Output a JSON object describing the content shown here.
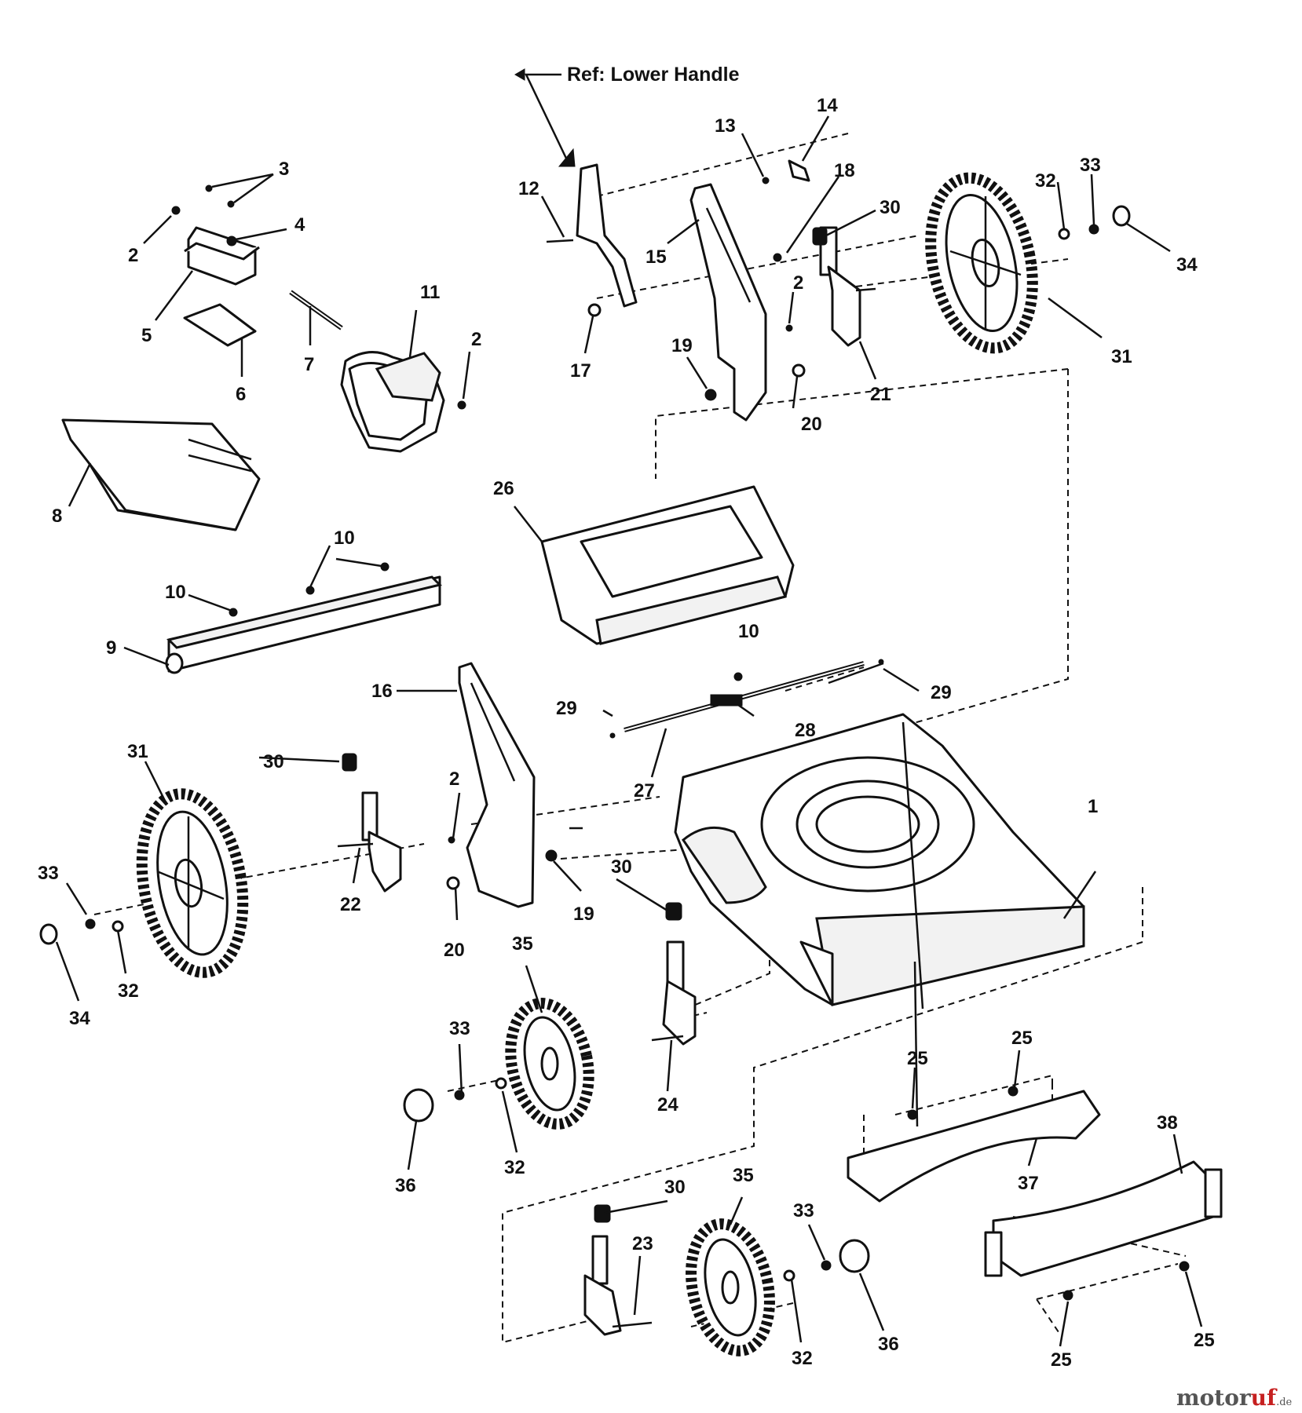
{
  "reference_label": "Ref: Lower Handle",
  "callouts": [
    {
      "key": "deck",
      "text": "1"
    },
    {
      "key": "nut-a",
      "text": "2"
    },
    {
      "key": "nut-b",
      "text": "2"
    },
    {
      "key": "nut-c",
      "text": "2"
    },
    {
      "key": "nut-d",
      "text": "2"
    },
    {
      "key": "screw-pair",
      "text": "3"
    },
    {
      "key": "spring",
      "text": "4"
    },
    {
      "key": "bracket",
      "text": "5"
    },
    {
      "key": "plate",
      "text": "6"
    },
    {
      "key": "rod",
      "text": "7"
    },
    {
      "key": "deflector",
      "text": "8"
    },
    {
      "key": "hinge-bar",
      "text": "9"
    },
    {
      "key": "screw-a",
      "text": "10"
    },
    {
      "key": "screw-b",
      "text": "10"
    },
    {
      "key": "screw-c",
      "text": "10"
    },
    {
      "key": "discharge-chute",
      "text": "11"
    },
    {
      "key": "bolt",
      "text": "12"
    },
    {
      "key": "washer-top",
      "text": "13"
    },
    {
      "key": "knob",
      "text": "14"
    },
    {
      "key": "height-bracket-right",
      "text": "15"
    },
    {
      "key": "height-bracket-left",
      "text": "16"
    },
    {
      "key": "nut-17",
      "text": "17"
    },
    {
      "key": "screw-18",
      "text": "18"
    },
    {
      "key": "nut-19-top",
      "text": "19"
    },
    {
      "key": "nut-19-left",
      "text": "19"
    },
    {
      "key": "bolt-20-top",
      "text": "20"
    },
    {
      "key": "bolt-20-left",
      "text": "20"
    },
    {
      "key": "adjuster-21",
      "text": "21"
    },
    {
      "key": "adjuster-22",
      "text": "22"
    },
    {
      "key": "adjuster-23",
      "text": "23"
    },
    {
      "key": "adjuster-24",
      "text": "24"
    },
    {
      "key": "nut-25-a",
      "text": "25"
    },
    {
      "key": "nut-25-b",
      "text": "25"
    },
    {
      "key": "nut-25-c",
      "text": "25"
    },
    {
      "key": "nut-25-d",
      "text": "25"
    },
    {
      "key": "cover-26",
      "text": "26"
    },
    {
      "key": "axle-27",
      "text": "27"
    },
    {
      "key": "clip-28",
      "text": "28"
    },
    {
      "key": "pin-29-left",
      "text": "29"
    },
    {
      "key": "pin-29-right",
      "text": "29"
    },
    {
      "key": "grip-30-top",
      "text": "30"
    },
    {
      "key": "grip-30-left",
      "text": "30"
    },
    {
      "key": "grip-30-mid",
      "text": "30"
    },
    {
      "key": "grip-30-bottom",
      "text": "30"
    },
    {
      "key": "wheel-31-right",
      "text": "31"
    },
    {
      "key": "wheel-31-left",
      "text": "31"
    },
    {
      "key": "washer-32-right",
      "text": "32"
    },
    {
      "key": "washer-32-left",
      "text": "32"
    },
    {
      "key": "washer-32-mid",
      "text": "32"
    },
    {
      "key": "washer-32-bottom",
      "text": "32"
    },
    {
      "key": "nut-33-right",
      "text": "33"
    },
    {
      "key": "nut-33-left",
      "text": "33"
    },
    {
      "key": "nut-33-mid",
      "text": "33"
    },
    {
      "key": "nut-33-bottom",
      "text": "33"
    },
    {
      "key": "cap-34-right",
      "text": "34"
    },
    {
      "key": "cap-34-left",
      "text": "34"
    },
    {
      "key": "wheel-35-mid",
      "text": "35"
    },
    {
      "key": "wheel-35-bottom",
      "text": "35"
    },
    {
      "key": "cap-36-mid",
      "text": "36"
    },
    {
      "key": "cap-36-bottom",
      "text": "36"
    },
    {
      "key": "skirt-37",
      "text": "37"
    },
    {
      "key": "skirt-38",
      "text": "38"
    }
  ],
  "watermark": {
    "part1": "motor",
    "part2": "uf",
    "suffix": ".de"
  }
}
